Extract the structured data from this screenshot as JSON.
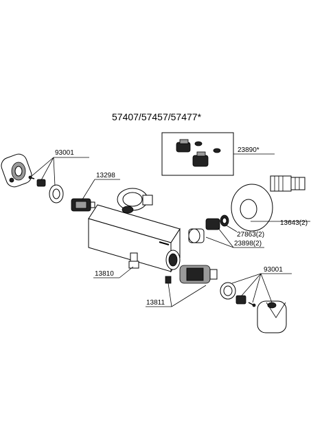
{
  "title": "57407/57457/57477*",
  "labels": {
    "p93001_top": "93001",
    "p13298": "13298",
    "p23890": "23890*",
    "p13643": "13643(2)",
    "p27863": "27863(2)",
    "p23898": "23898(2)",
    "p13810": "13810",
    "p13811": "13811",
    "p93001_bottom": "93001"
  },
  "colors": {
    "line": "#000000",
    "background": "#ffffff",
    "dark_part": "#222222"
  }
}
